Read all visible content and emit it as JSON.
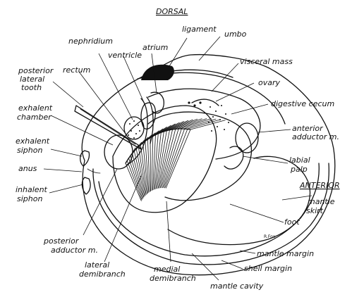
{
  "diagram": {
    "header_dorsal": "DORSAL",
    "header_anterior": "ANTERIOR",
    "signature": "R.Fox",
    "labels": {
      "ligament": "ligament",
      "umbo": "umbo",
      "nephridium": "nephridium",
      "ventricle": "ventricle",
      "atrium": "atrium",
      "visceral_mass": "visceral mass",
      "posterior_lateral_tooth": [
        "posterior",
        "lateral",
        "tooth"
      ],
      "rectum": "rectum",
      "ovary": "ovary",
      "digestive_cecum": "digestive cecum",
      "exhalent_chamber": [
        "exhalent",
        "chamber"
      ],
      "anterior_adductor": [
        "anterior",
        "adductor m."
      ],
      "exhalent_siphon": [
        "exhalent",
        "siphon"
      ],
      "labial_palp": [
        "labial",
        "palp"
      ],
      "anus": "anus",
      "inhalent_siphon": [
        "inhalent",
        "siphon"
      ],
      "mantle_skirt": [
        "mantle",
        "skirt"
      ],
      "foot": "foot",
      "posterior_adductor": [
        "posterior",
        "adductor m."
      ],
      "mantle_margin": "mantle margin",
      "lateral_demibranch": [
        "lateral",
        "demibranch"
      ],
      "medial_demibranch": [
        "medial",
        "demibranch"
      ],
      "shell_margin": "shell margin",
      "mantle_cavity": "mantle cavity"
    }
  }
}
